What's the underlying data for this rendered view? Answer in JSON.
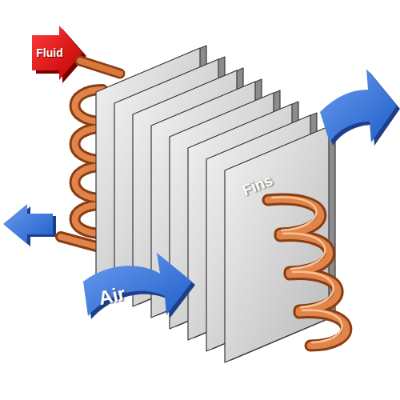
{
  "diagram": {
    "labels": [
      "Fluid",
      "Fins",
      "Air"
    ]
  }
}
